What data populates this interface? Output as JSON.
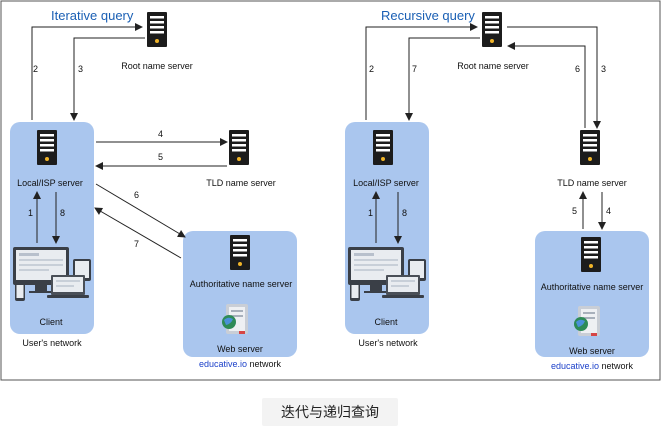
{
  "iterative": {
    "title": "Iterative query",
    "root_label": "Root name server",
    "tld_label": "TLD name server",
    "local_label": "Local/ISP server",
    "client_label": "Client",
    "users_network": "User's network",
    "auth_label": "Authoritative name server",
    "web_label": "Web server",
    "network_brand": "educative.io",
    "network_suffix": " network",
    "steps": [
      "1",
      "2",
      "3",
      "4",
      "5",
      "6",
      "7",
      "8"
    ]
  },
  "recursive": {
    "title": "Recursive query",
    "root_label": "Root name server",
    "tld_label": "TLD name server",
    "local_label": "Local/ISP server",
    "client_label": "Client",
    "users_network": "User's network",
    "auth_label": "Authoritative name server",
    "web_label": "Web server",
    "network_brand": "educative.io",
    "network_suffix": " network",
    "steps": [
      "1",
      "2",
      "7",
      "6",
      "3",
      "5",
      "4",
      "8"
    ]
  },
  "caption": "迭代与递归查询",
  "colors": {
    "network_fill": "#aac6ee",
    "server_dark": "#1c1c1c",
    "server_light": "#ffffff",
    "title_blue": "#1a5fb4",
    "link_blue": "#1a3fc9",
    "arrow": "#222222"
  }
}
